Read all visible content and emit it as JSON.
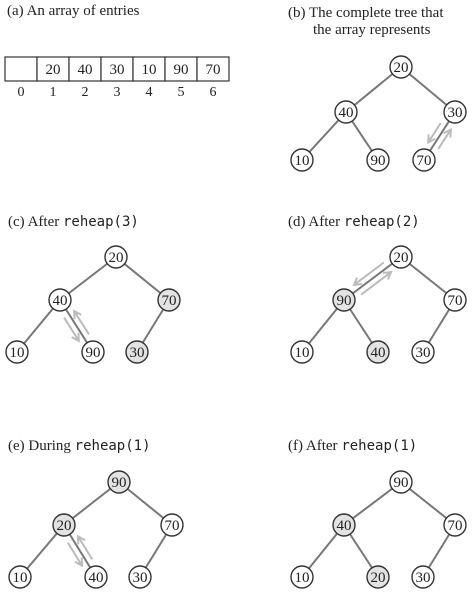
{
  "colors": {
    "node_fill": "#ffffff",
    "highlight_fill": "#e3e3e3",
    "edge": "#777777",
    "arrow": "#bbbbbb"
  },
  "panels": {
    "a": {
      "caption": "(a) An array of entries"
    },
    "b": {
      "caption_line1": "(b) The complete tree that",
      "caption_line2": "the array represents"
    },
    "c": {
      "caption_prefix": "(c) After ",
      "caption_code": "reheap(3)"
    },
    "d": {
      "caption_prefix": "(d) After ",
      "caption_code": "reheap(2)"
    },
    "e": {
      "caption_prefix": "(e) During ",
      "caption_code": "reheap(1)"
    },
    "f": {
      "caption_prefix": "(f) After ",
      "caption_code": "reheap(1)"
    }
  },
  "array": {
    "cells": [
      "",
      "20",
      "40",
      "30",
      "10",
      "90",
      "70"
    ],
    "indices": [
      "0",
      "1",
      "2",
      "3",
      "4",
      "5",
      "6"
    ]
  },
  "trees": {
    "b": {
      "nodes": [
        "20",
        "40",
        "30",
        "10",
        "90",
        "70"
      ],
      "highlight": [],
      "arrows": [
        [
          2,
          5
        ]
      ]
    },
    "c": {
      "nodes": [
        "20",
        "40",
        "70",
        "10",
        "90",
        "30"
      ],
      "highlight": [
        2,
        5
      ],
      "arrows": [
        [
          1,
          4
        ]
      ]
    },
    "d": {
      "nodes": [
        "20",
        "90",
        "70",
        "10",
        "40",
        "30"
      ],
      "highlight": [
        1,
        4
      ],
      "arrows": [
        [
          0,
          1
        ]
      ]
    },
    "e": {
      "nodes": [
        "90",
        "20",
        "70",
        "10",
        "40",
        "30"
      ],
      "highlight": [
        0,
        1
      ],
      "arrows": [
        [
          1,
          4
        ]
      ]
    },
    "f": {
      "nodes": [
        "90",
        "40",
        "70",
        "10",
        "20",
        "30"
      ],
      "highlight": [
        1,
        4
      ],
      "arrows": []
    }
  }
}
